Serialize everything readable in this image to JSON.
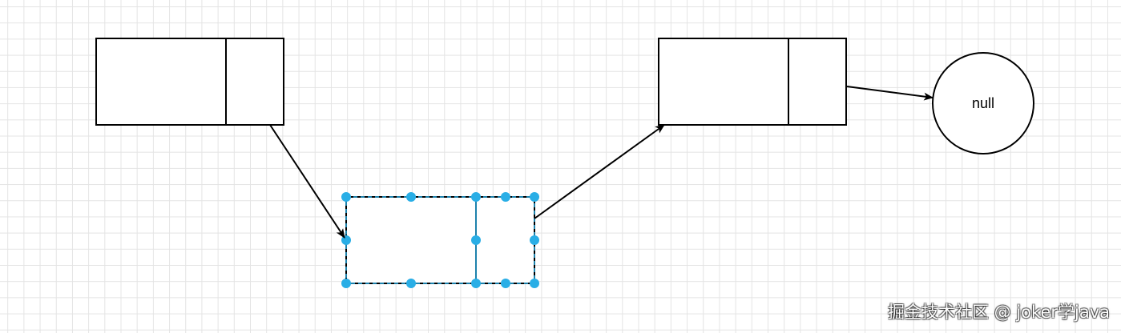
{
  "diagram": {
    "nodes": [
      {
        "id": "node-1",
        "state": "normal"
      },
      {
        "id": "node-new",
        "state": "selected"
      },
      {
        "id": "node-2",
        "state": "normal"
      }
    ],
    "terminal": {
      "label": "null"
    },
    "edges": [
      {
        "from": "node-1",
        "to": "node-new"
      },
      {
        "from": "node-new",
        "to": "node-2"
      },
      {
        "from": "node-2",
        "to": "null"
      }
    ],
    "colors": {
      "stroke": "#000000",
      "selection": "#29aee6",
      "grid": "#e4e4e4",
      "background": "#ffffff"
    }
  },
  "watermark": {
    "text": "掘金技术社区 @ joker学java"
  }
}
